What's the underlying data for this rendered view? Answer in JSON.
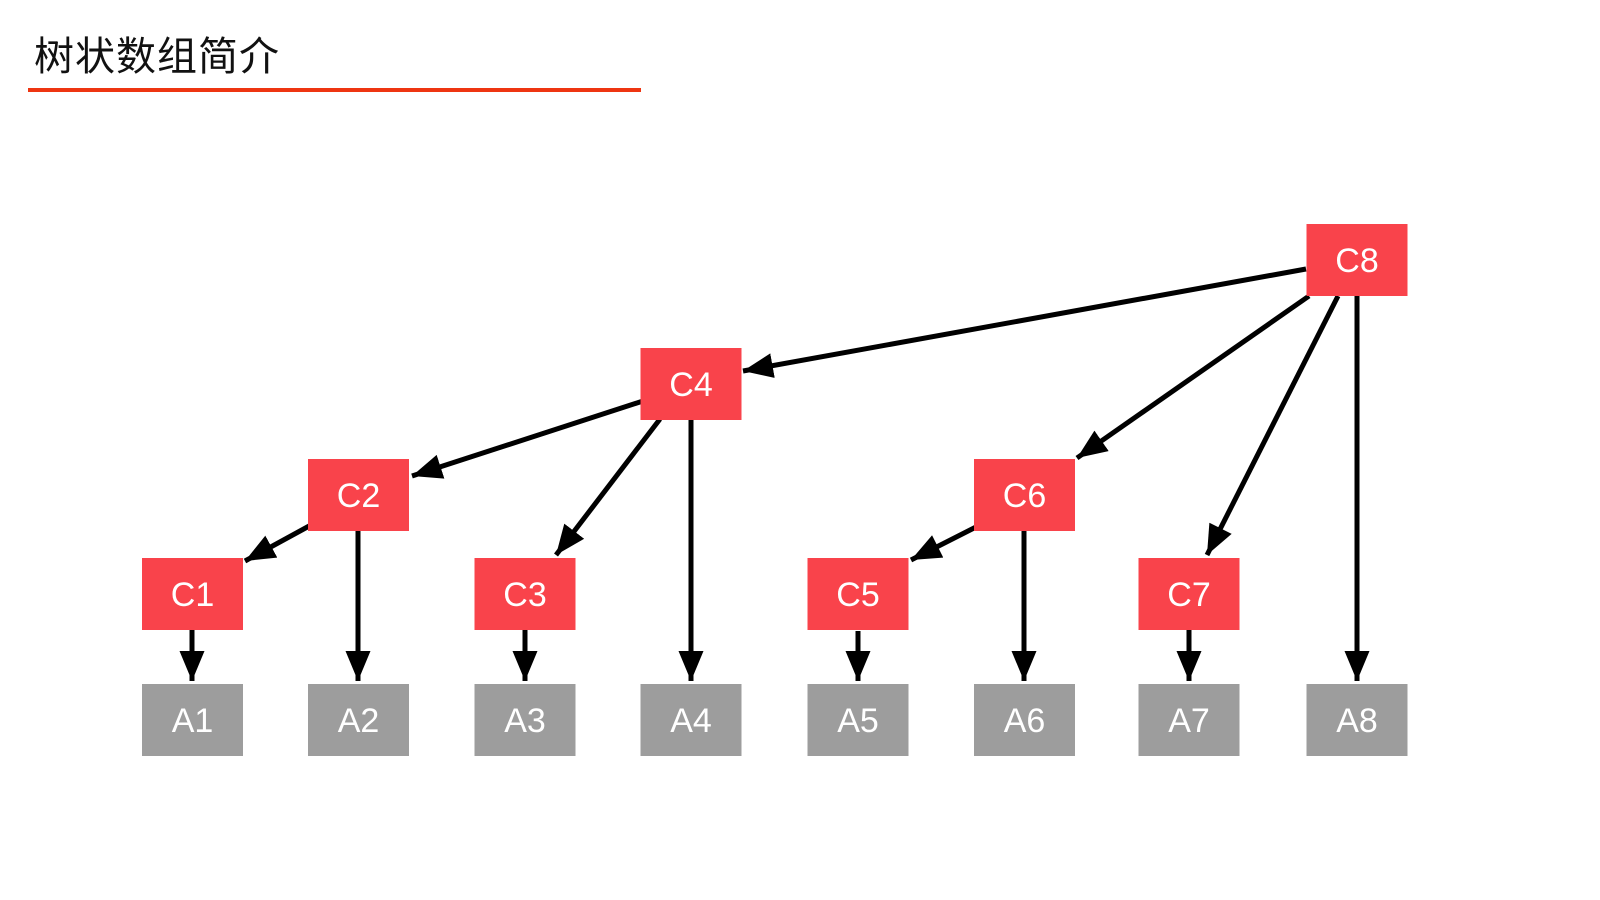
{
  "title": {
    "text": "树状数组简介"
  },
  "colors": {
    "c_node": "#f9434b",
    "a_node": "#9d9d9d",
    "node_label": "#ffffff",
    "title_underline": "#ee3511",
    "arrow": "#000000",
    "title_text": "#111111",
    "background": "#ffffff"
  },
  "diagram": {
    "nodes": {
      "c1": {
        "label": "C1"
      },
      "c2": {
        "label": "C2"
      },
      "c3": {
        "label": "C3"
      },
      "c4": {
        "label": "C4"
      },
      "c5": {
        "label": "C5"
      },
      "c6": {
        "label": "C6"
      },
      "c7": {
        "label": "C7"
      },
      "c8": {
        "label": "C8"
      },
      "a1": {
        "label": "A1"
      },
      "a2": {
        "label": "A2"
      },
      "a3": {
        "label": "A3"
      },
      "a4": {
        "label": "A4"
      },
      "a5": {
        "label": "A5"
      },
      "a6": {
        "label": "A6"
      },
      "a7": {
        "label": "A7"
      },
      "a8": {
        "label": "A8"
      }
    },
    "edges": [
      {
        "from": "C8",
        "to": "C4"
      },
      {
        "from": "C8",
        "to": "C6"
      },
      {
        "from": "C8",
        "to": "C7"
      },
      {
        "from": "C8",
        "to": "A8"
      },
      {
        "from": "C4",
        "to": "C2"
      },
      {
        "from": "C4",
        "to": "C3"
      },
      {
        "from": "C4",
        "to": "A4"
      },
      {
        "from": "C2",
        "to": "C1"
      },
      {
        "from": "C2",
        "to": "A2"
      },
      {
        "from": "C6",
        "to": "C5"
      },
      {
        "from": "C6",
        "to": "A6"
      },
      {
        "from": "C1",
        "to": "A1"
      },
      {
        "from": "C3",
        "to": "A3"
      },
      {
        "from": "C5",
        "to": "A5"
      },
      {
        "from": "C7",
        "to": "A7"
      }
    ]
  }
}
